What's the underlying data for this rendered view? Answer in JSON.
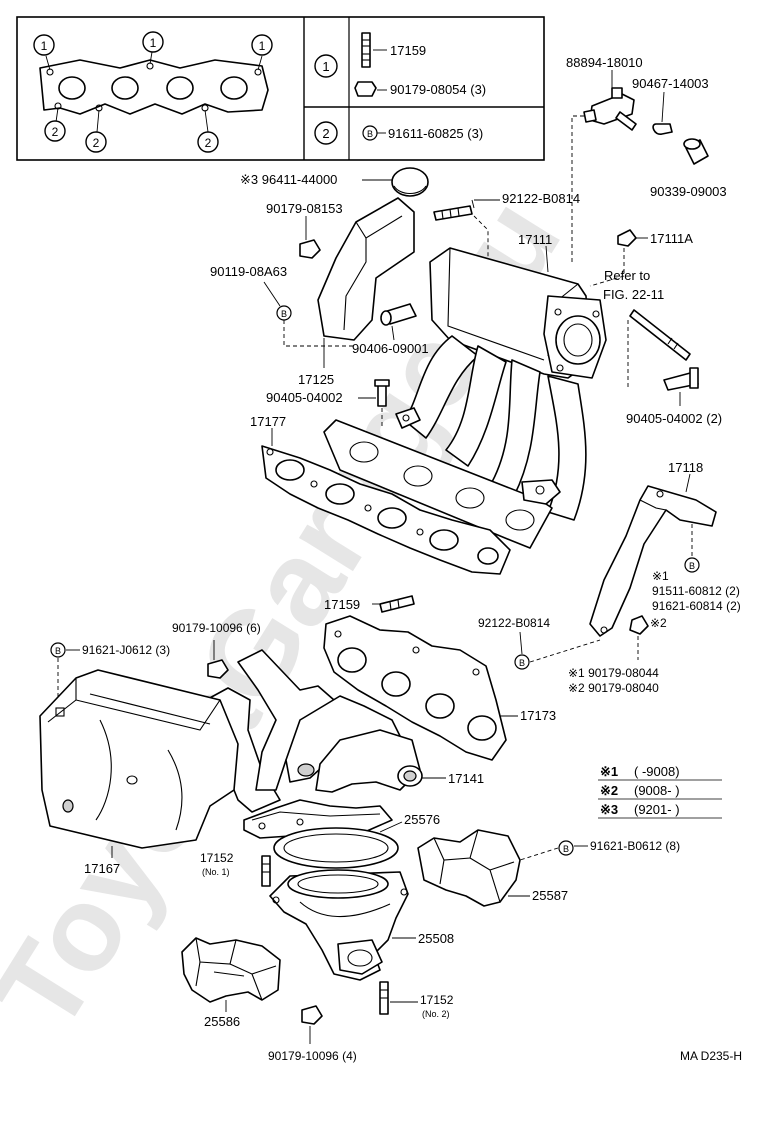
{
  "watermark": "ToyotaGarage.ru",
  "legend_box": {
    "row1_marker": "1",
    "row2_marker": "2",
    "row1_items": [
      "17159",
      "90179-08054 (3)"
    ],
    "row2_items": [
      "91611-60825 (3)"
    ],
    "row2_badge": "B"
  },
  "callout_markers": {
    "one": "1",
    "two": "2",
    "b": "B"
  },
  "labels": {
    "p88894": "88894-18010",
    "p90467": "90467-14003",
    "p90339": "90339-09003",
    "p96411": "※3 96411-44000",
    "p92122a": "92122-B0814",
    "p90179_08153": "90179-08153",
    "p17111": "17111",
    "p17111A": "17111A",
    "refer": "Refer to",
    "fig": "FIG. 22-11",
    "p90119": "90119-08A63",
    "p90406": "90406-09001",
    "p17125": "17125",
    "p90405a": "90405-04002",
    "p90405b": "90405-04002 (2)",
    "p17177": "17177",
    "p17118": "17118",
    "p91511": "※1",
    "p91511b": "91511-60812 (2)",
    "p91621_60814": "91621-60814 (2)",
    "p17159b": "17159",
    "p92122b": "92122-B0814",
    "mark2": "※2",
    "p90179_10096_6": "90179-10096 (6)",
    "p91621_J0612": "91621-J0612 (3)",
    "p90179_08044": "※1 90179-08044",
    "p90179_08040": "※2 90179-08040",
    "p17173": "17173",
    "p17141": "17141",
    "p17167": "17167",
    "p25576": "25576",
    "p17152a": "17152",
    "p17152a_sub": "(No. 1)",
    "p91621_B0612": "91621-B0612 (8)",
    "p25587": "25587",
    "p25508": "25508",
    "p17152b": "17152",
    "p17152b_sub": "(No. 2)",
    "p25586": "25586",
    "p90179_10096_4": "90179-10096 (4)",
    "diagram_code": "MA D235-H"
  },
  "date_notes": [
    {
      "mark": "※1",
      "range": "(        -9008)"
    },
    {
      "mark": "※2",
      "range": "(9008-        )"
    },
    {
      "mark": "※3",
      "range": "(9201-        )"
    }
  ]
}
